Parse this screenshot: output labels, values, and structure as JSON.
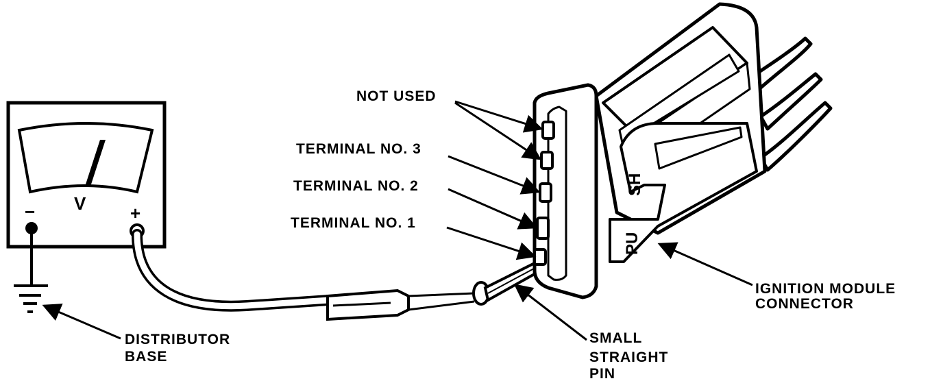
{
  "meter": {
    "minus": "−",
    "unit": "V",
    "plus": "+"
  },
  "connector": {
    "text_sh": "SH",
    "text_pu": "PU"
  },
  "labels": {
    "not_used": "NOT USED",
    "terminal_3": "TERMINAL NO. 3",
    "terminal_2": "TERMINAL NO. 2",
    "terminal_1": "TERMINAL NO. 1",
    "distributor_base": [
      "DISTRIBUTOR",
      "BASE"
    ],
    "small_straight_pin": [
      "SMALL",
      "STRAIGHT",
      "PIN"
    ],
    "ignition_module_connector": [
      "IGNITION MODULE",
      "CONNECTOR"
    ]
  }
}
